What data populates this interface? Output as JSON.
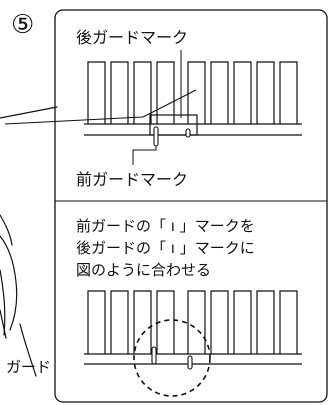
{
  "step_number": "⑤",
  "labels": {
    "rear_guard_mark": "後ガードマーク",
    "front_guard_mark": "前ガードマーク",
    "cropped_label": "ガード"
  },
  "instruction": {
    "line1": "前ガードの「 ı 」マークを",
    "line2": "後ガードの「 ı 」マークに",
    "line3": "図のように合わせる"
  },
  "colors": {
    "line": "#111111",
    "background": "#ffffff"
  }
}
